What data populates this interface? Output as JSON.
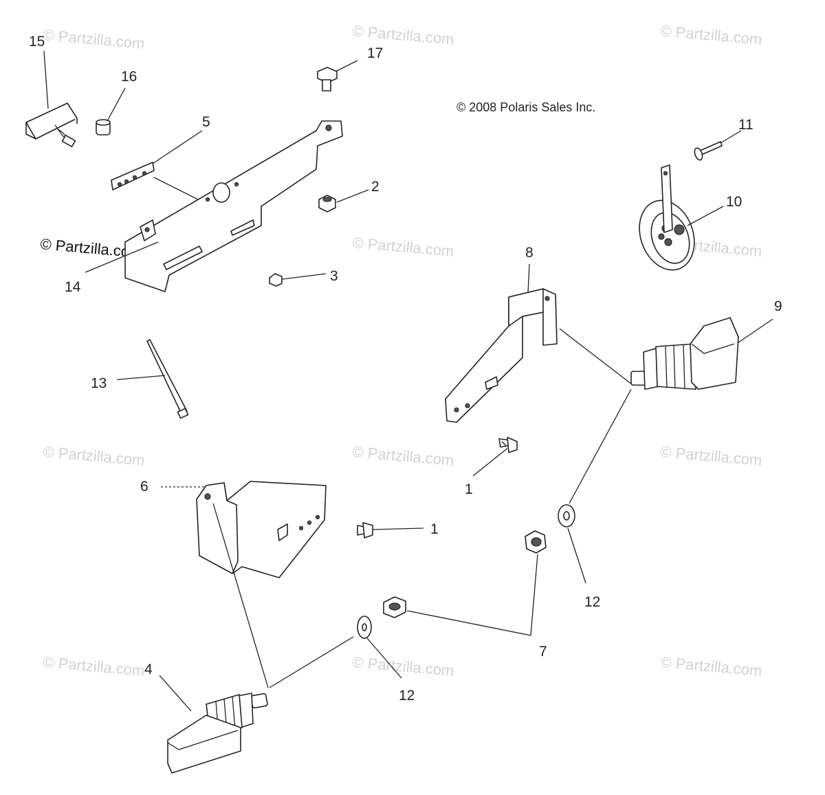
{
  "copyright": "© 2008 Polaris Sales Inc.",
  "watermarks": {
    "light": "© Partzilla.com",
    "dark": "© Partzilla.com"
  },
  "callouts": {
    "c1a": "1",
    "c1b": "1",
    "c2": "2",
    "c3": "3",
    "c4": "4",
    "c5": "5",
    "c6": "6",
    "c7": "7",
    "c8": "8",
    "c9": "9",
    "c10": "10",
    "c11": "11",
    "c12a": "12",
    "c12b": "12",
    "c13": "13",
    "c14": "14",
    "c15": "15",
    "c16": "16",
    "c17": "17"
  }
}
